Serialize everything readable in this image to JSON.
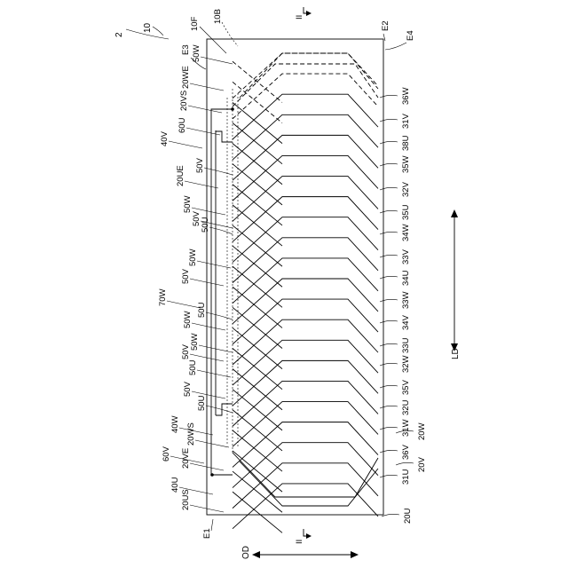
{
  "figure": {
    "ref_2": "2",
    "ref_10": "10",
    "ref_10F": "10F",
    "ref_10B": "10B",
    "ref_E1": "E1",
    "ref_E2": "E2",
    "ref_E3": "E3",
    "ref_E4": "E4",
    "section_mark_top": "II",
    "section_mark_bottom": "II",
    "dir_LD": "LD",
    "dir_OD": "OD"
  },
  "left_labels": [
    "50W",
    "20WE",
    "20VS",
    "60U",
    "40V",
    "50V",
    "20UE",
    "50W",
    "50V",
    "50U",
    "50W",
    "50V",
    "70W",
    "50U",
    "50W",
    "50W",
    "50V",
    "50U",
    "50V",
    "50U",
    "40W",
    "20WS",
    "60V",
    "20VE",
    "40U",
    "20US"
  ],
  "right_labels": [
    "36W",
    "31V",
    "38U",
    "35W",
    "32V",
    "35U",
    "34W",
    "33V",
    "34U",
    "33W",
    "34V",
    "33U",
    "32W",
    "35V",
    "32U",
    "31W",
    "36V",
    "31U",
    "20W",
    "20V",
    "20U"
  ]
}
